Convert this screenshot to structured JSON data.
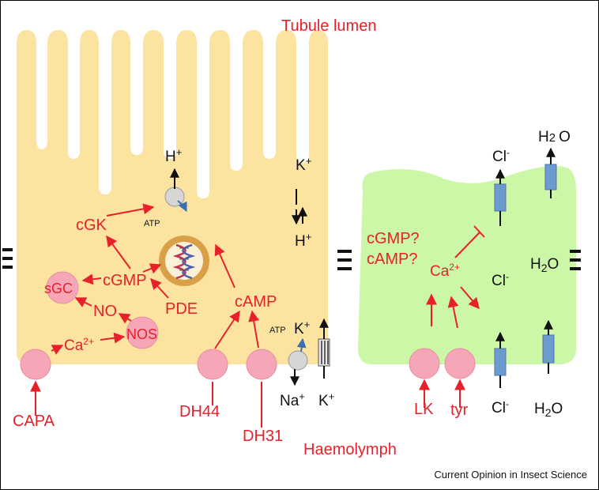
{
  "labels": {
    "tubule_lumen": "Tubule lumen",
    "haemolymph": "Haemolymph",
    "footer": "Current Opinion in Insect Science",
    "capa": "CAPA",
    "dh44": "DH44",
    "dh31": "DH31",
    "lk": "LK",
    "tyr": "tyr",
    "cgk": "cGK",
    "cgmp": "cGMP",
    "sgc": "sGC",
    "no": "NO",
    "nos": "NOS",
    "ca": "Ca",
    "ca_sup": "2+",
    "pde": "PDE",
    "camp": "cAMP",
    "atp_top": "ATP",
    "atp_bottom": "ATP",
    "h": "H",
    "h2": "H",
    "k": "K",
    "k2": "K",
    "k3": "K",
    "na": "Na",
    "plus": "+",
    "cgmp_q": "cGMP?",
    "camp_q": "cAMP?",
    "ca_green": "Ca",
    "cl_top": "Cl",
    "cl_mid": "Cl",
    "cl_bot": "Cl",
    "minus": "-",
    "h2o_top_a": "H",
    "h2o_top_sub": "2",
    "h2o_top_b": "O",
    "h2o_mid_a": "H",
    "h2o_mid_sub": "2",
    "h2o_mid_b": "O",
    "h2o_bot_a": "H",
    "h2o_bot_sub": "2",
    "h2o_bot_b": "O"
  },
  "colors": {
    "principal_cell": "#fde3a0",
    "stellate_cell": "#ccf7a6",
    "receptor": "#f5a7b7",
    "channel": "#6c9bd1",
    "text_red": "#e8202a",
    "pump": "#d6d6d6",
    "nucleus": "#d9a047"
  },
  "icons": [
    "dna-icon",
    "v-atpase-pump-icon",
    "na-k-atpase-pump-icon",
    "potassium-channel-icon",
    "chloride-channel-icon",
    "aquaporin-icon"
  ]
}
